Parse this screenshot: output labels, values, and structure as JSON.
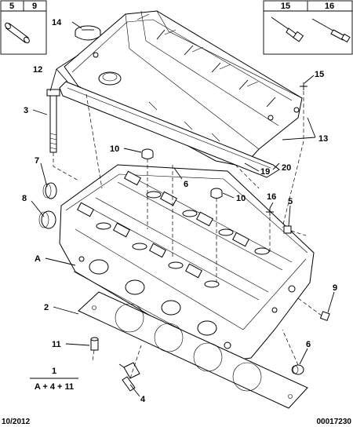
{
  "inset_left": {
    "label_a": "5",
    "label_b": "9"
  },
  "inset_right": {
    "label_a": "15",
    "label_b": "16"
  },
  "callouts": {
    "c14": "14",
    "c12": "12",
    "c3": "3",
    "c10a": "10",
    "c7": "7",
    "c8": "8",
    "cA": "A",
    "c2": "2",
    "c11": "11",
    "c4": "4",
    "c15": "15",
    "c13": "13",
    "c19": "19",
    "c20": "20",
    "c6a": "6",
    "c10b": "10",
    "c16": "16",
    "c5": "5",
    "c9": "9",
    "c6b": "6"
  },
  "formula": {
    "top": "1",
    "bottom": "A + 4 + 11"
  },
  "footer": {
    "date": "10/2012",
    "ref": "00017230"
  }
}
